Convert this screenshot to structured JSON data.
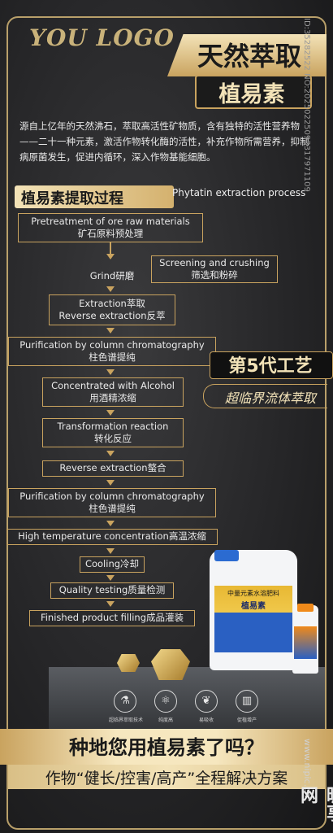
{
  "brand": {
    "logo": "YOU LOGO"
  },
  "hero": {
    "title": "天然萃取",
    "subtitle": "植易素"
  },
  "intro": {
    "text": "源自上亿年的天然沸石，萃取高活性矿物质，含有独特的活性营养物——二十一种元素，激活作物转化酶的活性，补充作物所需营养，抑制病原菌发生，促进内循环，深入作物基能细胞。"
  },
  "process": {
    "title": "植易素提取过程",
    "title_en": "Phytatin extraction process",
    "steps": {
      "pretreatment": {
        "en": "Pretreatment of ore raw materials",
        "cn": "矿石原料预处理"
      },
      "grind": "Grind研磨",
      "screening": {
        "en": "Screening and crushing",
        "cn": "筛选和粉碎"
      },
      "extraction": {
        "a": "Extraction萃取",
        "b": "Reverse extraction反萃"
      },
      "purification1": {
        "en": "Purification by column chromatography",
        "cn": "柱色谱提纯"
      },
      "alcohol": {
        "en": "Concentrated with Alcohol",
        "cn": "用酒精浓缩"
      },
      "transformation": {
        "en": "Transformation reaction",
        "cn": "转化反应"
      },
      "reverse": "Reverse extraction螯合",
      "purification2": {
        "en": "Purification by column chromatography",
        "cn": "柱色谱提纯"
      },
      "hightemp": "High temperature concentration高温浓缩",
      "cooling": "Cooling冷却",
      "quality": "Quality testing质量检测",
      "filling": "Finished product filling成品灌装"
    }
  },
  "generation": {
    "title": "第5代工艺",
    "subtitle": "超临界流体萃取"
  },
  "product": {
    "label_line": "中量元素水溶肥料",
    "label_name": "植易素"
  },
  "icons": [
    {
      "name": "flask-icon",
      "glyph": "⚗",
      "caption": "超临界萃取技术"
    },
    {
      "name": "atom-icon",
      "glyph": "⚛",
      "caption": "纯度高"
    },
    {
      "name": "leaf-icon",
      "glyph": "❦",
      "caption": "易吸收"
    },
    {
      "name": "chart-icon",
      "glyph": "▥",
      "caption": "促植增产"
    }
  ],
  "question": "种地您用植易素了吗？",
  "slogan": "作物“健长/控害/高产”全程解决方案",
  "watermark": {
    "id": "ID:35282522 NO:20250225093317971109",
    "site": "www.nipic.cn",
    "brand": "昵享网"
  },
  "colors": {
    "gold": "#c9a35f",
    "light_gold": "#f3e3b8",
    "background": "#262628"
  }
}
